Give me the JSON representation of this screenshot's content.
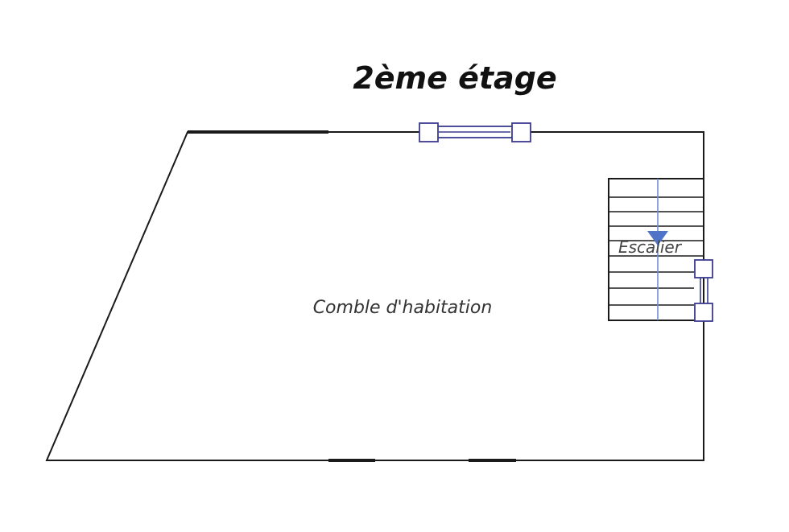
{
  "title": "2ème étage",
  "rooms": {
    "attic_label": "Comble d'habitation",
    "stair_label": "Escalier"
  },
  "colors": {
    "wall": "#1a1a1a",
    "window": "#3b3b8f",
    "stair_arrow": "#4f73c6",
    "background": "#ffffff"
  }
}
